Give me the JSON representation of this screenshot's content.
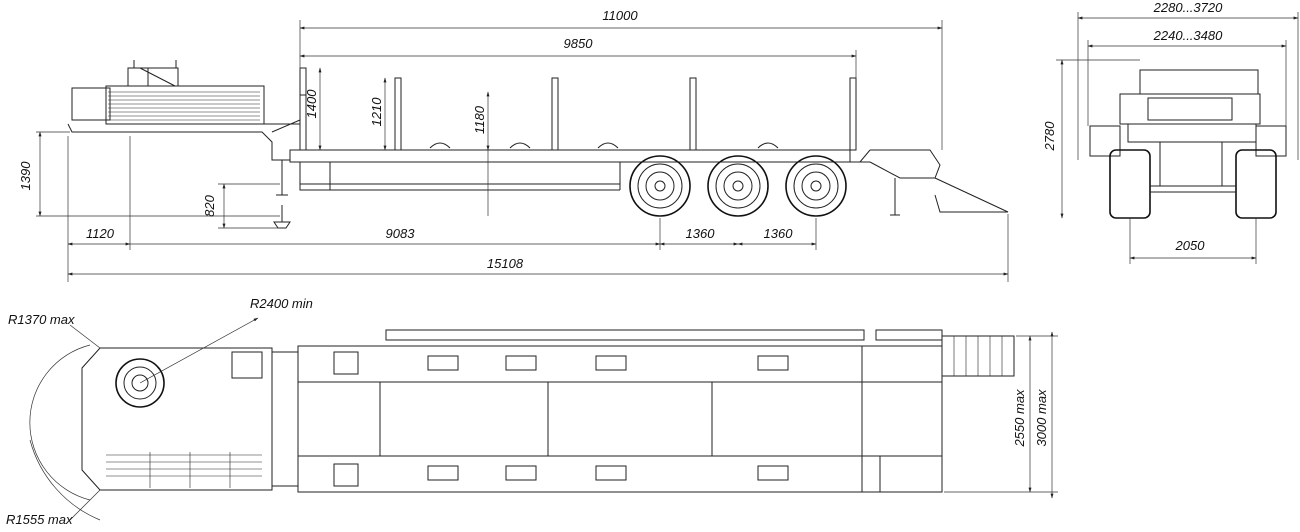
{
  "dimensions": {
    "side": {
      "total_length": "15108",
      "platform_length": "11000",
      "deck_length": "9850",
      "coupling_height": "1390",
      "gooseneck_offset": "1120",
      "wheelbase_main": "9083",
      "axle_spacing_1": "1360",
      "axle_spacing_2": "1360",
      "support_height": "820",
      "stake_height_front": "1400",
      "stake_height_mid": "1210",
      "deck_height": "1180"
    },
    "rear": {
      "overall_width": "2280...3720",
      "inner_width": "2240...3480",
      "height": "2780",
      "track": "2050"
    },
    "top": {
      "front_radius": "R1370 max",
      "turning_radius": "R2400 min",
      "rear_radius": "R1555 max",
      "width_standard": "2550 max",
      "width_extended": "3000 max"
    }
  },
  "colors": {
    "line": "#222222",
    "background": "#ffffff"
  }
}
